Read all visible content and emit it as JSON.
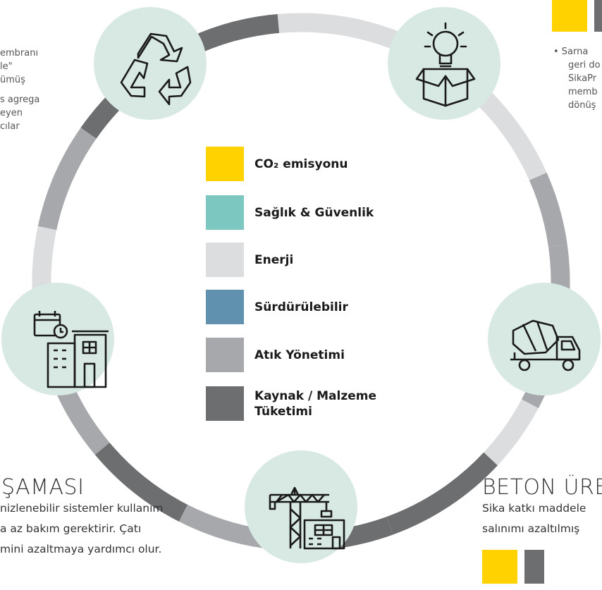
{
  "colors": {
    "co2": "#FFD200",
    "health": "#7DC7C1",
    "energy": "#DCDDDE",
    "sustainable": "#6092B0",
    "waste": "#A6A8AB",
    "resource": "#6C6E70",
    "node_circle": "#D8E8E3"
  },
  "legend": [
    {
      "label": "CO₂ emisyonu",
      "color_key": "co2"
    },
    {
      "label": "Sağlık & Güvenlik",
      "color_key": "health"
    },
    {
      "label": "Enerji",
      "color_key": "energy"
    },
    {
      "label": "Sürdürülebilir",
      "color_key": "sustainable"
    },
    {
      "label": "Atık Yönetimi",
      "color_key": "waste"
    },
    {
      "label": "Kaynak / Malzeme Tüketimi",
      "color_key": "resource"
    }
  ],
  "top_left_snippet": [
    "embranı",
    "le\"",
    "ümüş",
    "",
    "s agrega",
    "eyen",
    "cılar"
  ],
  "top_right_snippet": [
    "•  Sarna",
    "geri do",
    "SikaPr",
    "memb",
    "dönüş"
  ],
  "bottom_left": {
    "heading": "ŞAMASI",
    "lines": [
      "nizlenebilir sistemler kullanım",
      "a az bakım gerektirir. Çatı",
      "mini azaltmaya yardımcı olur."
    ]
  },
  "bottom_right": {
    "heading": "BETON ÜRE",
    "lines": [
      "Sika katkı maddele",
      "salınımı azaltılmış"
    ]
  },
  "icons": {
    "recycle": "recycle-icon",
    "idea_box": "lightbulb-box-icon",
    "building": "building-calendar-icon",
    "mixer": "concrete-mixer-truck-icon",
    "crane": "construction-crane-icon"
  }
}
